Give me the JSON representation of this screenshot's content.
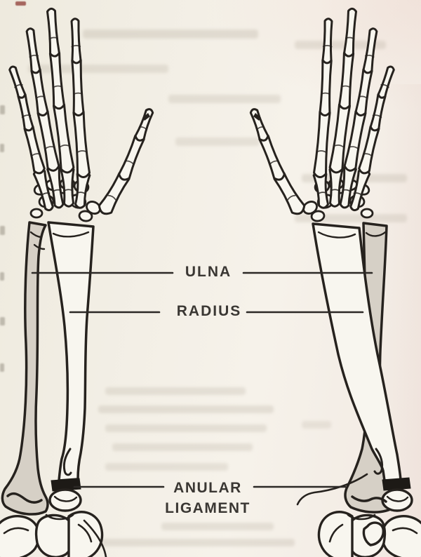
{
  "figure": {
    "labels": {
      "ulna": "ULNA",
      "radius": "RADIUS",
      "anular_ligament_line1": "ANULAR",
      "anular_ligament_line2": "LIGAMENT"
    },
    "colors": {
      "ink": "#26221e",
      "bone_fill": "#f8f6ef",
      "ulna_shading": "#d6d0c6",
      "ligament_band": "#1d1a16",
      "label_text": "#3a3733",
      "leader_line": "#2c2926",
      "paper": "#f2eee5"
    }
  }
}
